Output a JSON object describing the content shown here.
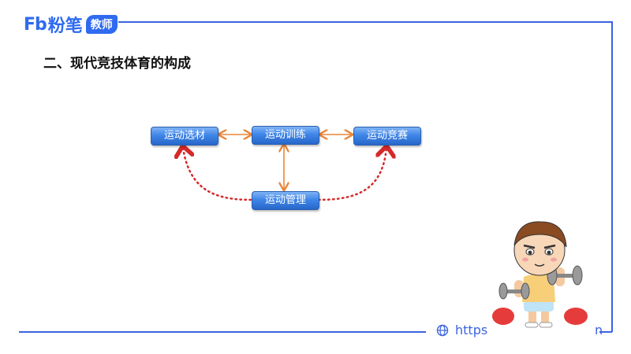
{
  "logo": {
    "mark": "Fb",
    "brand": "粉笔",
    "badge": "教师"
  },
  "heading": "二、现代竞技体育的构成",
  "diagram": {
    "nodes": {
      "selection": "运动选材",
      "training": "运动训练",
      "competition": "运动竞赛",
      "management": "运动管理"
    },
    "colors": {
      "arrow": "#e8863a",
      "dotted": "#d42a2a"
    }
  },
  "footer": {
    "url_start": "https",
    "url_end": "n"
  },
  "colors": {
    "brand": "#2f6bf0",
    "frame": "#3b63e0"
  }
}
